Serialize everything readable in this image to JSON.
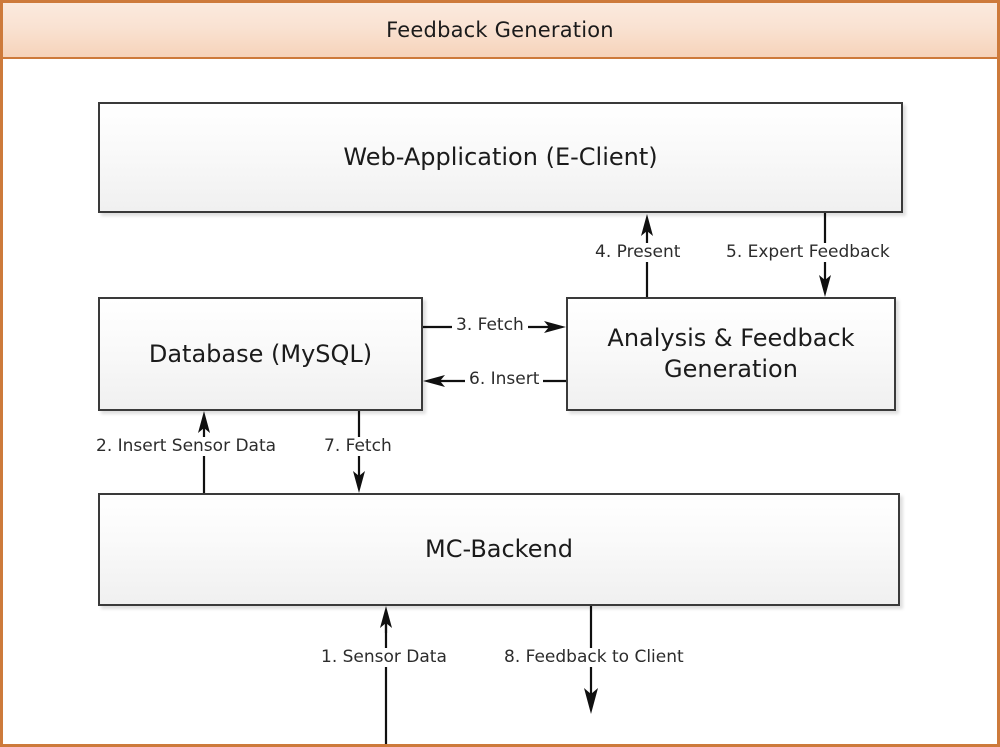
{
  "window": {
    "title": "Feedback Generation",
    "border_color": "#cd7a3b",
    "titlebar_gradient_from": "#fbeade",
    "titlebar_gradient_to": "#f6d3ba"
  },
  "diagram": {
    "type": "flow-diagram",
    "node_border_color": "#3a3a3a",
    "node_fill_from": "#ffffff",
    "node_fill_to": "#f0f0f0",
    "edge_color": "#101010",
    "nodes": [
      {
        "id": "webapp",
        "label": "Web-Application (E-Client)"
      },
      {
        "id": "database",
        "label": "Database (MySQL)"
      },
      {
        "id": "analysis",
        "label": "Analysis & Feedback\nGeneration"
      },
      {
        "id": "backend",
        "label": "MC-Backend"
      }
    ],
    "edges": [
      {
        "id": "e1",
        "label": "1. Sensor Data",
        "from": "external",
        "to": "backend",
        "direction": "up"
      },
      {
        "id": "e2",
        "label": "2. Insert Sensor Data",
        "from": "backend",
        "to": "database",
        "direction": "up"
      },
      {
        "id": "e3",
        "label": "3. Fetch",
        "from": "database",
        "to": "analysis",
        "direction": "right"
      },
      {
        "id": "e4",
        "label": "4. Present",
        "from": "analysis",
        "to": "webapp",
        "direction": "up"
      },
      {
        "id": "e5",
        "label": "5. Expert Feedback",
        "from": "webapp",
        "to": "analysis",
        "direction": "down"
      },
      {
        "id": "e6",
        "label": "6. Insert",
        "from": "analysis",
        "to": "database",
        "direction": "left"
      },
      {
        "id": "e7",
        "label": "7. Fetch",
        "from": "database",
        "to": "backend",
        "direction": "down"
      },
      {
        "id": "e8",
        "label": "8. Feedback to Client",
        "from": "backend",
        "to": "external",
        "direction": "down"
      }
    ]
  }
}
